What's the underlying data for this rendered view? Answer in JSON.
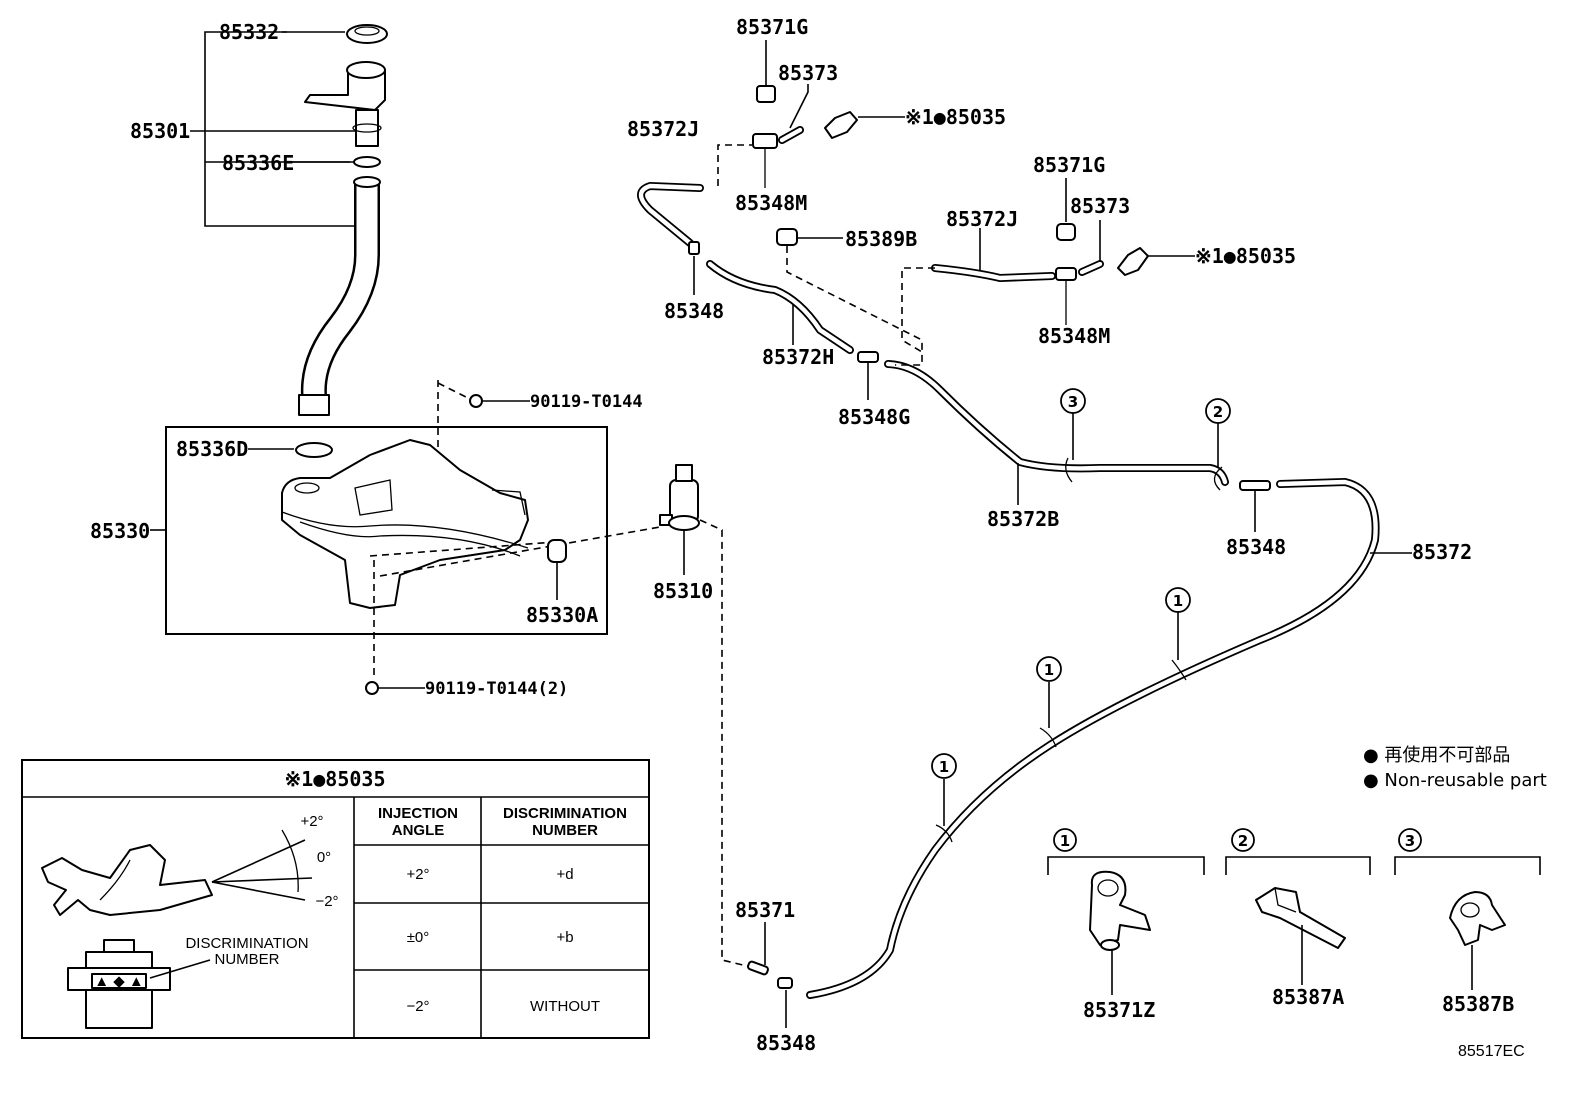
{
  "parts": {
    "p85332": "85332",
    "p85301": "85301",
    "p85336E": "85336E",
    "p85371G_a": "85371G",
    "p85373_a": "85373",
    "p85372J_a": "85372J",
    "p85035_a": "※1●85035",
    "p85348M_a": "85348M",
    "p85371G_b": "85371G",
    "p85373_b": "85373",
    "p85372J_b": "85372J",
    "p85389B": "85389B",
    "p85035_b": "※1●85035",
    "p85348_a": "85348",
    "p85348M_b": "85348M",
    "p85372H": "85372H",
    "p90119": "90119-T0144",
    "p85348G": "85348G",
    "p85336D": "85336D",
    "p85330": "85330",
    "p85372B": "85372B",
    "p85348_b": "85348",
    "p85372": "85372",
    "p85310": "85310",
    "p85330A": "85330A",
    "p90119_2": "90119-T0144(2)",
    "p85371": "85371",
    "p85348_c": "85348",
    "p85371Z": "85371Z",
    "p85387A": "85387A",
    "p85387B": "85387B"
  },
  "clips": {
    "c1": "1",
    "c2": "2",
    "c3": "3"
  },
  "legend": {
    "jp": "● 再使用不可部品",
    "en": "● Non-reusable part"
  },
  "detail": {
    "title": "※1●85035",
    "angle_plus": "+2°",
    "angle_zero": "0°",
    "angle_minus": "−2°",
    "disc_label_1": "DISCRIMINATION",
    "disc_label_2": "NUMBER",
    "table": {
      "head_angle_1": "INJECTION",
      "head_angle_2": "ANGLE",
      "head_disc_1": "DISCRIMINATION",
      "head_disc_2": "NUMBER",
      "rows": [
        {
          "angle": "+2°",
          "disc": "+d"
        },
        {
          "angle": "±0°",
          "disc": "+b"
        },
        {
          "angle": "−2°",
          "disc": "WITHOUT"
        }
      ]
    }
  },
  "diagram_code": "85517EC"
}
